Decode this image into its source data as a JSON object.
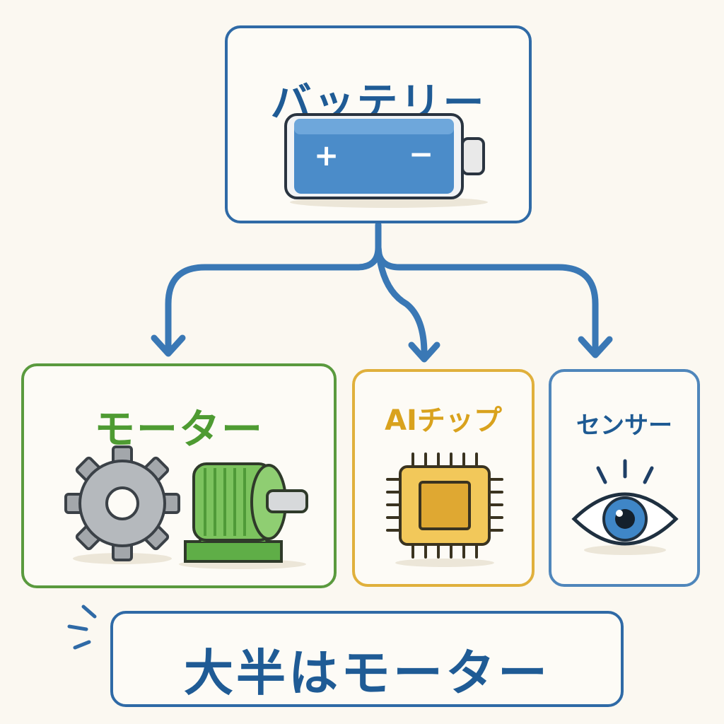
{
  "battery": {
    "title": "バッテリー",
    "plus": "+",
    "minus": "−"
  },
  "motor": {
    "title": "モーター"
  },
  "chip": {
    "title": "AIチップ"
  },
  "sensor": {
    "title": "センサー"
  },
  "summary": {
    "text": "大半はモーター"
  },
  "colors": {
    "battery_blue": "#2f6aa6",
    "motor_green": "#5a9a3e",
    "chip_gold": "#e0b03c",
    "sensor_blue": "#4f86bb",
    "background": "#fbf8f1"
  },
  "icons": [
    "battery-icon",
    "gear-icon",
    "electric-motor-icon",
    "cpu-chip-icon",
    "eye-icon",
    "emphasis-lines-icon"
  ]
}
